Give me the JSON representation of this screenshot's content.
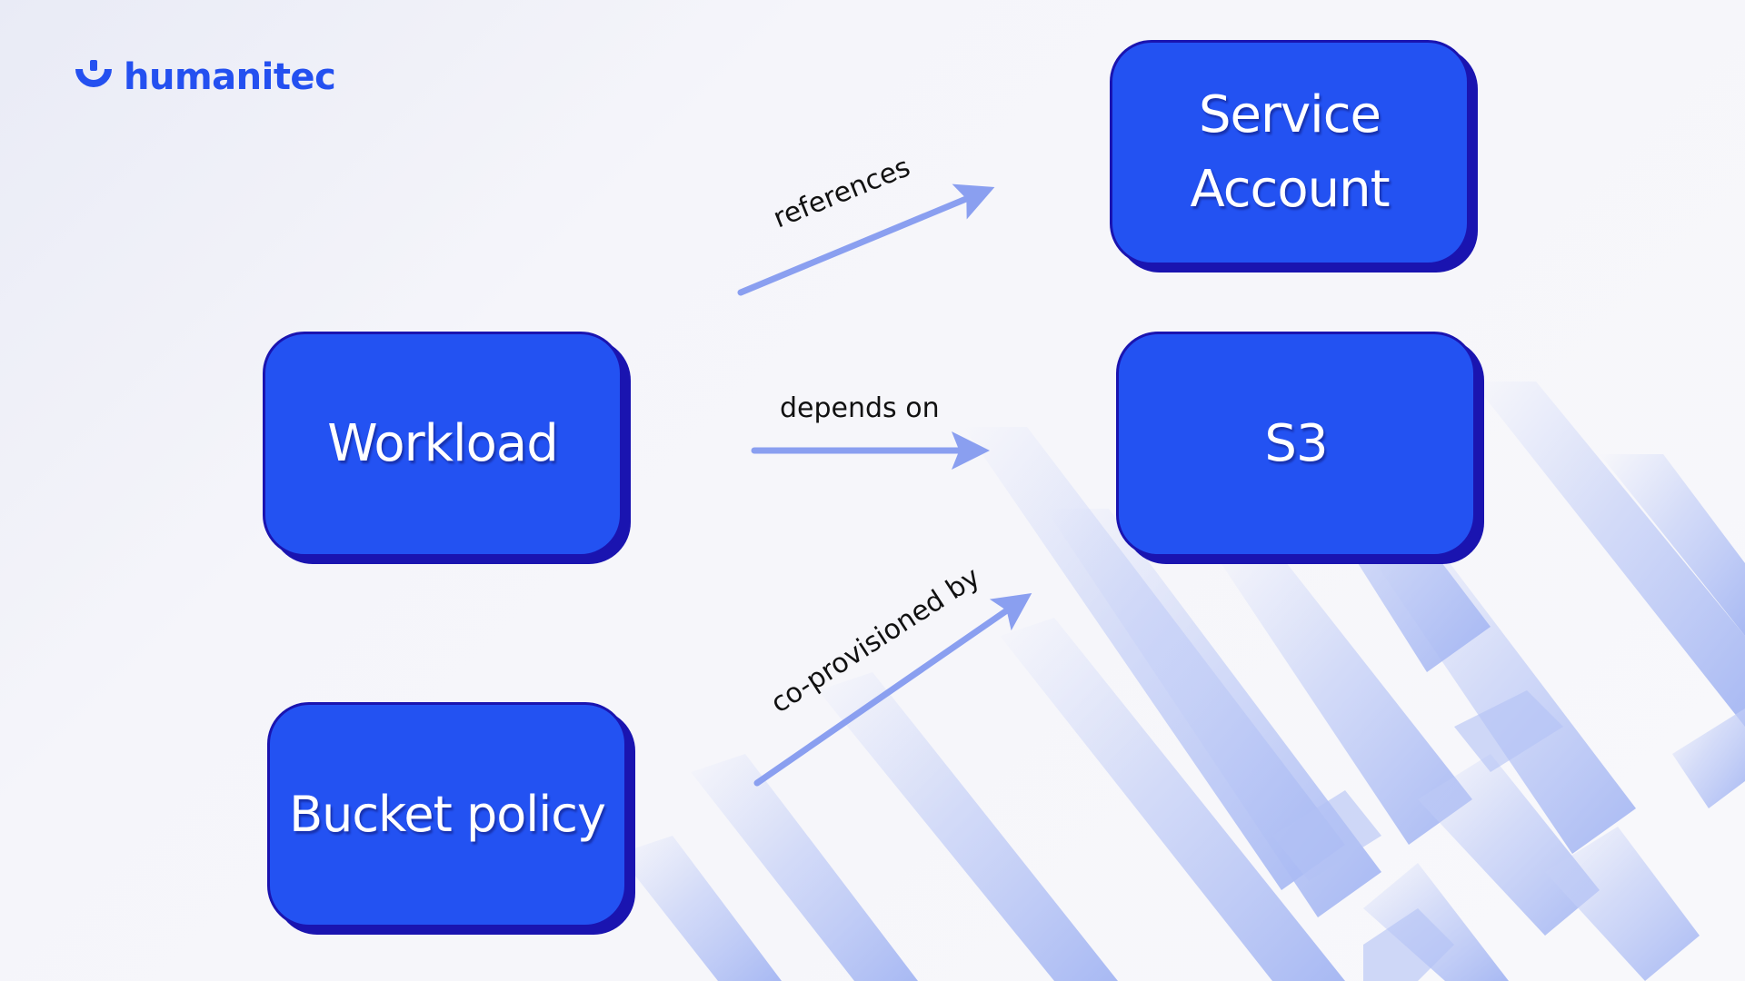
{
  "brand": {
    "name": "humanitec",
    "logo_icon": "humanitec-logo-icon",
    "color": "#2450f0"
  },
  "colors": {
    "node_fill": "#2352f2",
    "node_border": "#1a14b0",
    "arrow": "#8a9ff0"
  },
  "nodes": {
    "workload": "Workload",
    "service_account_line1": "Service",
    "service_account_line2": "Account",
    "s3": "S3",
    "bucket_policy": "Bucket policy"
  },
  "edges": {
    "references": "references",
    "depends_on": "depends on",
    "co_provisioned_by": "co-provisioned by"
  }
}
